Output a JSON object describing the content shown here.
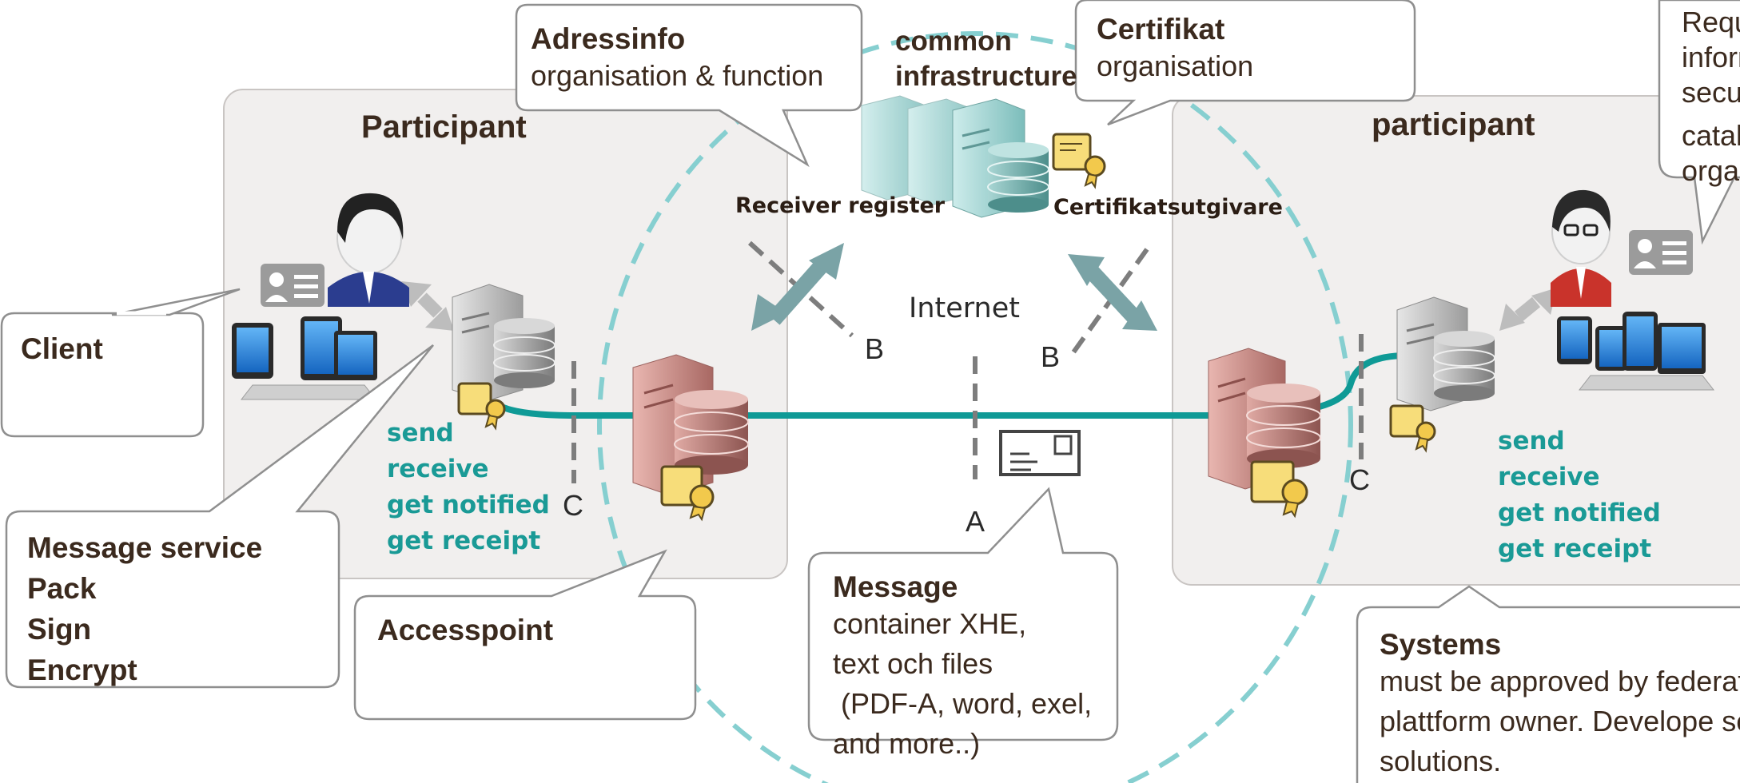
{
  "participant_left": {
    "title": "Participant"
  },
  "participant_right": {
    "title": "participant"
  },
  "common_infrastructure": {
    "line1": "common",
    "line2": "infrastructure"
  },
  "receiver_register": "Receiver register",
  "certifikatsutgivare": "Certifikatsutgivare",
  "internet": "Internet",
  "markers": {
    "b_left": "B",
    "b_right": "B",
    "c_left": "C",
    "c_right": "C",
    "a": "A"
  },
  "actions_left": [
    "send",
    "receive",
    "get notified",
    "get receipt"
  ],
  "actions_right": [
    "send",
    "receive",
    "get notified",
    "get receipt"
  ],
  "callouts": {
    "adressinfo": {
      "title": "Adressinfo",
      "text": "organisation & function"
    },
    "certifikat": {
      "title": "Certifikat",
      "text": "organisation"
    },
    "requirements": {
      "line1": "Requ",
      "line2": "inforr",
      "line3": "secu",
      "line4": "catal",
      "line5": "organ"
    },
    "client": {
      "title": "Client"
    },
    "message_service": {
      "lines": [
        "Message service",
        "Pack",
        "Sign",
        "Encrypt"
      ]
    },
    "accesspoint": {
      "title": "Accesspoint"
    },
    "message": {
      "title": "Message",
      "lines": [
        "container XHE,",
        "text och files",
        " (PDF-A, word, exel,",
        "and more..)"
      ]
    },
    "systems": {
      "title": "Systems",
      "lines": [
        "must be approved by federati",
        "plattform owner. Develope se",
        "solutions."
      ]
    }
  },
  "colors": {
    "teal_line": "#0f9a96",
    "dashed_circle": "#86cfd0",
    "panel_fill": "#f1efee",
    "panel_stroke": "#c9c5c3",
    "arrow": "#7aa3a6",
    "cert_gold": "#f2c94c",
    "server_red": "#c98a86",
    "server_gray": "#b9b9b9"
  },
  "icons": [
    "server-icon",
    "database-icon",
    "certificate-icon",
    "contact-card-icon",
    "devices-icon",
    "person-icon",
    "envelope-icon",
    "double-arrow-icon"
  ]
}
